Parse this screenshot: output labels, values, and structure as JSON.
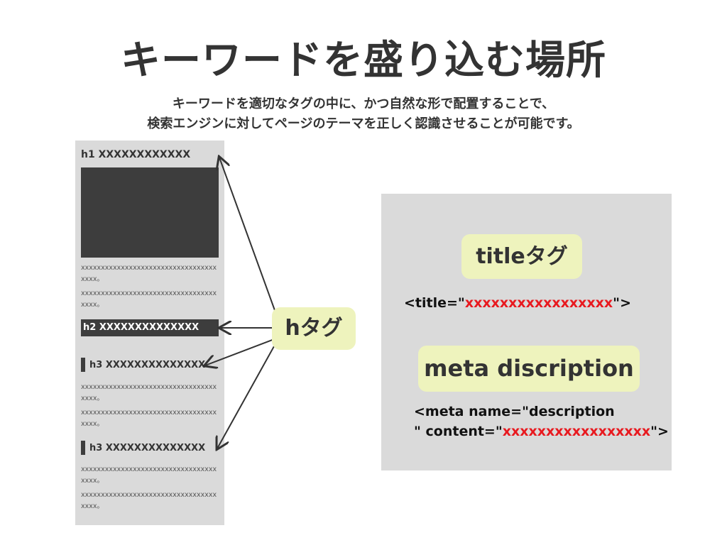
{
  "title": "キーワードを盛り込む場所",
  "subtitle": [
    "キーワードを適切なタグの中に、かつ自然な形で配置することで、",
    "検索エンジンに対してページのテーマを正しく認識させることが可能です。"
  ],
  "page_mock": {
    "h1": "h1  XXXXXXXXXXXX",
    "h2": "h2 XXXXXXXXXXXXXX",
    "h3": "h3 XXXXXXXXXXXXXX",
    "body_text": "xxxxxxxxxxxxxxxxxxxxxxxxxxxxxxxxxxxxxx。"
  },
  "h_tag_label": "hタグ",
  "title_tag_label": "titleタグ",
  "title_code": {
    "prefix": "<title=\"",
    "value": "xxxxxxxxxxxxxxxxx",
    "suffix": "\">"
  },
  "meta_label": "meta discription",
  "meta_code": {
    "line1": "<meta name=\"description",
    "prefix": "\" content=\"",
    "value": "xxxxxxxxxxxxxxxxx",
    "suffix": "\">"
  },
  "colors": {
    "highlight": "#eef3bd",
    "accent_red": "#e8191f",
    "dark": "#3d3d3d",
    "panel": "#dadada"
  }
}
